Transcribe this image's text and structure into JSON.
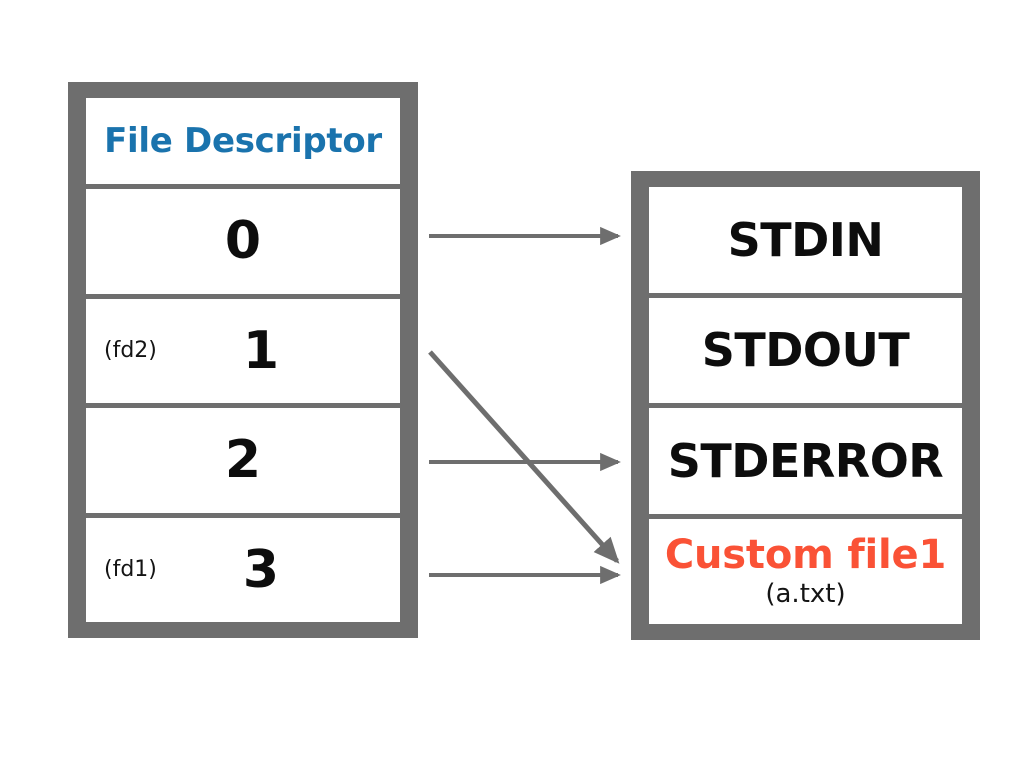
{
  "diagram": {
    "title_color": "#1a73ad",
    "accent_color": "#fa5236",
    "frame_color": "#6e6e6e",
    "arrow_color": "#6e6e6e"
  },
  "fd_table": {
    "header": "File Descriptor",
    "rows": [
      {
        "number": "0",
        "alias": ""
      },
      {
        "number": "1",
        "alias": "(fd2)"
      },
      {
        "number": "2",
        "alias": ""
      },
      {
        "number": "3",
        "alias": "(fd1)"
      }
    ]
  },
  "stream_table": {
    "rows": [
      {
        "label": "STDIN",
        "sub": "",
        "accent": false
      },
      {
        "label": "STDOUT",
        "sub": "",
        "accent": false
      },
      {
        "label": "STDERROR",
        "sub": "",
        "accent": false
      },
      {
        "label": "Custom file1",
        "sub": "(a.txt)",
        "accent": true
      }
    ]
  },
  "arrows": [
    {
      "name": "arrow-fd0-to-stdin",
      "from": "0",
      "to": "STDIN",
      "kind": "horizontal"
    },
    {
      "name": "arrow-fd1-to-custom-file1",
      "from": "1",
      "to": "Custom file1",
      "kind": "diagonal"
    },
    {
      "name": "arrow-fd2-to-stderror",
      "from": "2",
      "to": "STDERROR",
      "kind": "horizontal"
    },
    {
      "name": "arrow-fd3-to-custom-file1",
      "from": "3",
      "to": "Custom file1",
      "kind": "horizontal"
    }
  ]
}
